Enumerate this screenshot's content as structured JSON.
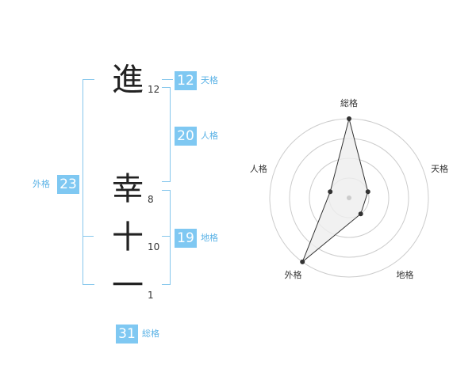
{
  "name_chars": [
    {
      "char": "進",
      "strokes": "12"
    },
    {
      "char": "幸",
      "strokes": "8"
    },
    {
      "char": "十",
      "strokes": "10"
    },
    {
      "char": "一",
      "strokes": "1"
    }
  ],
  "fortunes": {
    "tenkaku": {
      "value": "12",
      "label": "天格"
    },
    "jinkaku": {
      "value": "20",
      "label": "人格"
    },
    "chikaku": {
      "value": "19",
      "label": "地格"
    },
    "gaikaku": {
      "value": "23",
      "label": "外格"
    },
    "soukaku": {
      "value": "31",
      "label": "総格"
    }
  },
  "chart_data": {
    "type": "radar",
    "axes": [
      "総格",
      "天格",
      "地格",
      "外格",
      "人格"
    ],
    "values": [
      4,
      1,
      1,
      4,
      1
    ],
    "rmax": 4,
    "rings": 4,
    "colors": {
      "fill": "#eeeeee",
      "stroke": "#333333",
      "grid": "#cccccc",
      "point": "#333333"
    }
  }
}
